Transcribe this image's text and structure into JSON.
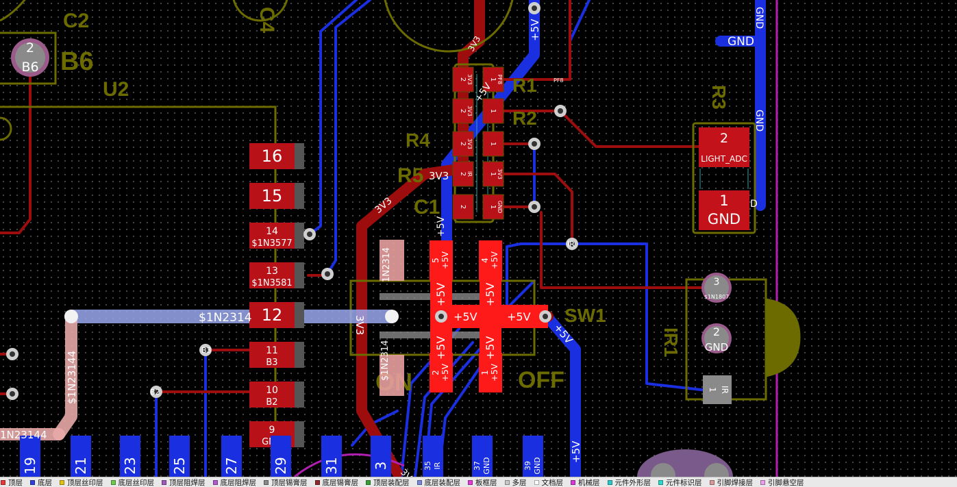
{
  "pcb": {
    "silk": {
      "c2": "C2",
      "c4": "C4",
      "b6": "B6",
      "u2": "U2",
      "r1": "R1",
      "r2": "R2",
      "r3": "R3",
      "r4": "R4",
      "r5": "R5",
      "c1": "C1",
      "sw1": "SW1",
      "ir1": "IR1",
      "on": "ON",
      "off": "OFF"
    },
    "u2_pads": [
      {
        "num": "16",
        "net": ""
      },
      {
        "num": "15",
        "net": ""
      },
      {
        "num": "14",
        "net": "$1N3577"
      },
      {
        "num": "13",
        "net": "$1N3581"
      },
      {
        "num": "12",
        "net": ""
      },
      {
        "num": "11",
        "net": "B3"
      },
      {
        "num": "10",
        "net": "B2"
      },
      {
        "num": "9",
        "net": "GND"
      }
    ],
    "bottom_pads": [
      {
        "num": "19",
        "net": ""
      },
      {
        "num": "21",
        "net": ""
      },
      {
        "num": "23",
        "net": ""
      },
      {
        "num": "25",
        "net": ""
      },
      {
        "num": "27",
        "net": ""
      },
      {
        "num": "29",
        "net": ""
      },
      {
        "num": "31",
        "net": ""
      },
      {
        "num": "3",
        "net": ""
      },
      {
        "num": "35",
        "net": "IR"
      },
      {
        "num": "37",
        "net": "GND"
      },
      {
        "num": "39",
        "net": "GND"
      }
    ],
    "b6_pad": {
      "num": "2",
      "net": "B6"
    },
    "r3_pads": [
      {
        "num": "2",
        "net": "LIGHT_ADC"
      },
      {
        "num": "1",
        "net": "GND"
      }
    ],
    "ir1_pads": [
      {
        "num": "3",
        "net": "$1N1807"
      },
      {
        "num": "2",
        "net": "GND"
      },
      {
        "num": "1",
        "net": "IR"
      }
    ],
    "sw1_pads": [
      {
        "num": "5",
        "net": "+5V"
      },
      {
        "num": "4",
        "net": "+5V"
      },
      {
        "num": "2",
        "net": "+5V"
      },
      {
        "num": "1",
        "net": "+5V"
      }
    ],
    "small_pads": [
      {
        "num": "2",
        "net": "3V3"
      },
      {
        "num": "1",
        "net": "PF8"
      },
      {
        "num": "2",
        "net": "3V3"
      },
      {
        "num": "1",
        "net": ""
      },
      {
        "num": "2",
        "net": "3V3"
      },
      {
        "num": "1",
        "net": ""
      },
      {
        "num": "2",
        "net": "IR"
      },
      {
        "num": "1",
        "net": "3V3"
      },
      {
        "num": "2",
        "net": ""
      },
      {
        "num": "1",
        "net": "GND"
      }
    ],
    "nets": {
      "n3v3": "3V3",
      "p5v": "+5V",
      "gnd": "GND",
      "ir": "IR",
      "pf8": "PF8",
      "n1n23144": "$1N23144",
      "n1n2314": "$1N2314",
      "n1n2314b": "1N2314",
      "n1n23144b": "1N23144",
      "b3": "B3",
      "b2": "B2",
      "d": "D"
    }
  },
  "layer_bar": {
    "items": [
      {
        "label": "顶层",
        "color": "#e33b3b"
      },
      {
        "label": "底层",
        "color": "#2f3fe0"
      },
      {
        "label": "顶层丝印层",
        "color": "#e3c11b"
      },
      {
        "label": "底层丝印层",
        "color": "#6fc94d"
      },
      {
        "label": "顶层阻焊层",
        "color": "#a05ab8"
      },
      {
        "label": "底层阻焊层",
        "color": "#b05ad0"
      },
      {
        "label": "顶层锡膏层",
        "color": "#8a8a8a"
      },
      {
        "label": "底层锡膏层",
        "color": "#8c2b2b"
      },
      {
        "label": "顶层装配层",
        "color": "#3a9c3a"
      },
      {
        "label": "底层装配层",
        "color": "#7a88d8"
      },
      {
        "label": "板框层",
        "color": "#e13bd8"
      },
      {
        "label": "多层",
        "color": "#c8c8c8"
      },
      {
        "label": "文档层",
        "color": "#ffffff"
      },
      {
        "label": "机械层",
        "color": "#d63bd6"
      },
      {
        "label": "元件外形层",
        "color": "#2fc7c7"
      },
      {
        "label": "元件标识层",
        "color": "#2fd8c8"
      },
      {
        "label": "引脚焊接层",
        "color": "#d89a9a"
      },
      {
        "label": "引脚悬空层",
        "color": "#e8a0e8"
      }
    ]
  }
}
